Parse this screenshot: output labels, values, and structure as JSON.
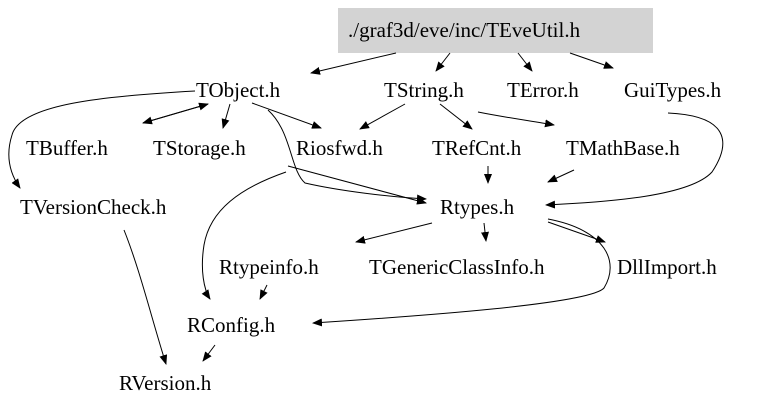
{
  "diagram": {
    "type": "include-dependency-graph",
    "root_fill": "#d3d3d3",
    "edge_color": "#000000",
    "nodes": {
      "root": "./graf3d/eve/inc/TEveUtil.h",
      "tobject": "TObject.h",
      "tstring": "TString.h",
      "terror": "TError.h",
      "guitypes": "GuiTypes.h",
      "tbuffer": "TBuffer.h",
      "tstorage": "TStorage.h",
      "riosfwd": "Riosfwd.h",
      "trefcnt": "TRefCnt.h",
      "tmathbase": "TMathBase.h",
      "tversioncheck": "TVersionCheck.h",
      "rtypes": "Rtypes.h",
      "rtypeinfo": "Rtypeinfo.h",
      "tgenericclassinfo": "TGenericClassInfo.h",
      "dllimport": "DllImport.h",
      "rconfig": "RConfig.h",
      "rversion": "RVersion.h"
    },
    "edges": [
      [
        "root",
        "tobject"
      ],
      [
        "root",
        "tstring"
      ],
      [
        "root",
        "terror"
      ],
      [
        "root",
        "guitypes"
      ],
      [
        "tobject",
        "tbuffer"
      ],
      [
        "tbuffer",
        "tobject"
      ],
      [
        "tobject",
        "tstorage"
      ],
      [
        "tobject",
        "riosfwd"
      ],
      [
        "tobject",
        "tversioncheck"
      ],
      [
        "tobject",
        "rtypes"
      ],
      [
        "tstring",
        "riosfwd"
      ],
      [
        "tstring",
        "trefcnt"
      ],
      [
        "tstring",
        "tmathbase"
      ],
      [
        "tstring",
        "rtypes"
      ],
      [
        "guitypes",
        "rtypes"
      ],
      [
        "trefcnt",
        "rtypes"
      ],
      [
        "tmathbase",
        "rtypes"
      ],
      [
        "rtypes",
        "rtypeinfo"
      ],
      [
        "rtypes",
        "tgenericclassinfo"
      ],
      [
        "rtypes",
        "dllimport"
      ],
      [
        "rtypes",
        "rconfig"
      ],
      [
        "riosfwd",
        "rconfig"
      ],
      [
        "rtypeinfo",
        "rconfig"
      ],
      [
        "tversioncheck",
        "rversion"
      ],
      [
        "rconfig",
        "rversion"
      ]
    ]
  }
}
